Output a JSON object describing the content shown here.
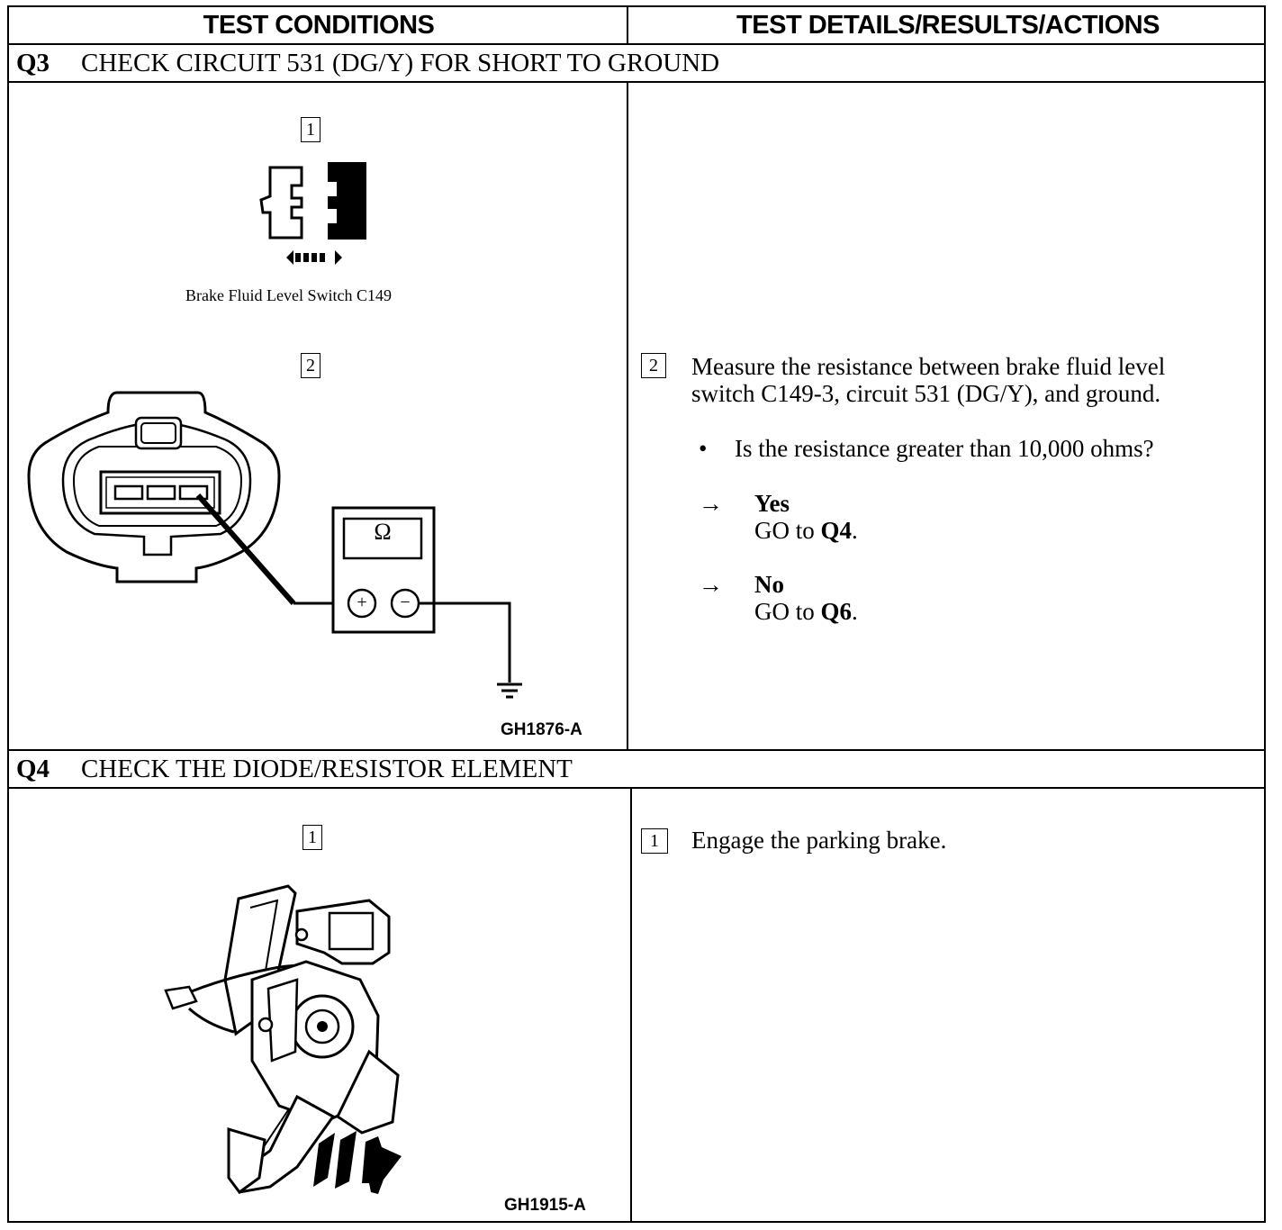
{
  "header": {
    "left": "TEST CONDITIONS",
    "right": "TEST DETAILS/RESULTS/ACTIONS"
  },
  "q3": {
    "number": "Q3",
    "title": "CHECK CIRCUIT 531 (DG/Y) FOR SHORT TO GROUND",
    "step1_box": "1",
    "step2_box": "2",
    "figure_caption": "Brake Fluid Level Switch C149",
    "meter_symbol": "Ω",
    "meter_plus": "+",
    "meter_minus": "−",
    "figure_code": "GH1876-A",
    "detail_box": "2",
    "detail_line1": "Measure the resistance between brake fluid level",
    "detail_line2": "switch C149-3, circuit 531 (DG/Y), and ground.",
    "bullet": "•",
    "question": "Is the resistance greater than 10,000 ohms?",
    "arrow": "→",
    "yes_label": "Yes",
    "yes_action_prefix": "GO to ",
    "yes_action_target": "Q4",
    "no_label": "No",
    "no_action_prefix": "GO to ",
    "no_action_target": "Q6",
    "period": "."
  },
  "q4": {
    "number": "Q4",
    "title": "CHECK THE DIODE/RESISTOR ELEMENT",
    "step1_box": "1",
    "figure_code": "GH1915-A",
    "detail_box": "1",
    "detail_text": "Engage the parking brake."
  }
}
